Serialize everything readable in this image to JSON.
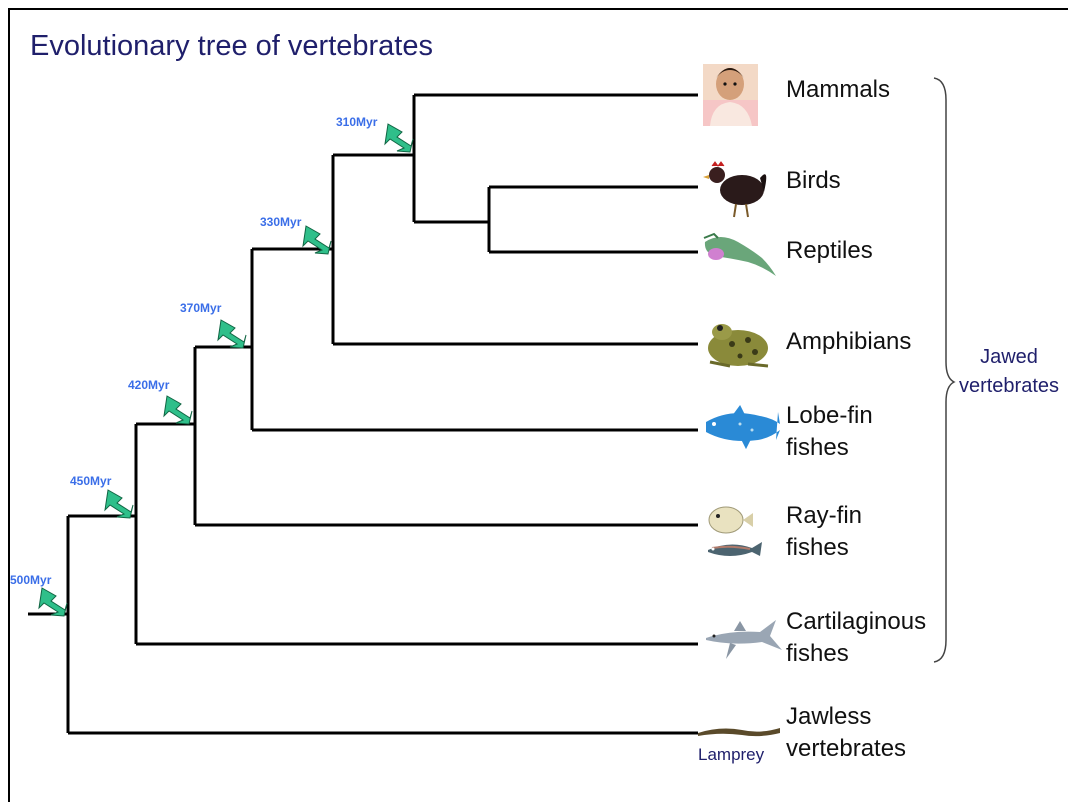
{
  "title": "Evolutionary tree of vertebrates",
  "taxa": {
    "mammals": "Mammals",
    "birds": "Birds",
    "reptiles": "Reptiles",
    "amphibians": "Amphibians",
    "lobefin_1": "Lobe-fin",
    "lobefin_2": "fishes",
    "rayfin_1": "Ray-fin",
    "rayfin_2": "fishes",
    "cartilaginous_1": "Cartilaginous",
    "cartilaginous_2": "fishes",
    "jawless_1": "Jawless",
    "jawless_2": "vertebrates"
  },
  "divergences": {
    "d500": "500Myr",
    "d450": "450Myr",
    "d420": "420Myr",
    "d370": "370Myr",
    "d330": "330Myr",
    "d310": "310Myr"
  },
  "group": {
    "line1": "Jawed",
    "line2": "vertebrates"
  },
  "lamprey": "Lamprey",
  "icons": [
    "baby-photo-icon",
    "chicken-icon",
    "lizard-icon",
    "frog-icon",
    "coelacanth-icon",
    "pufferfish-icon",
    "fish-icon",
    "shark-icon",
    "lamprey-icon",
    "green-arrow-icon"
  ],
  "colors": {
    "title": "#1f1f6b",
    "myr_label": "#3a6ee8",
    "arrow": "#2fbf8a",
    "branch": "#000000"
  }
}
